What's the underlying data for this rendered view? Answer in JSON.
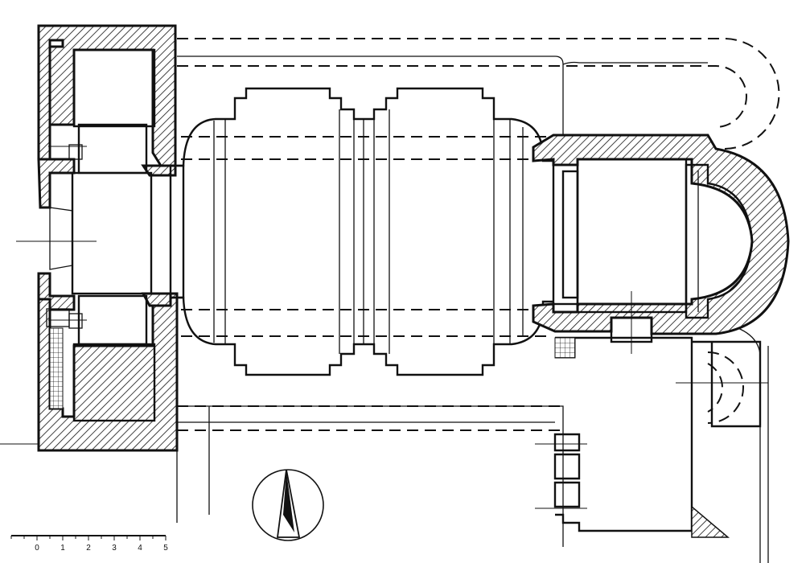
{
  "scale_bar": {
    "ticks": [
      "0",
      "1",
      "2",
      "3",
      "4",
      "5"
    ]
  }
}
